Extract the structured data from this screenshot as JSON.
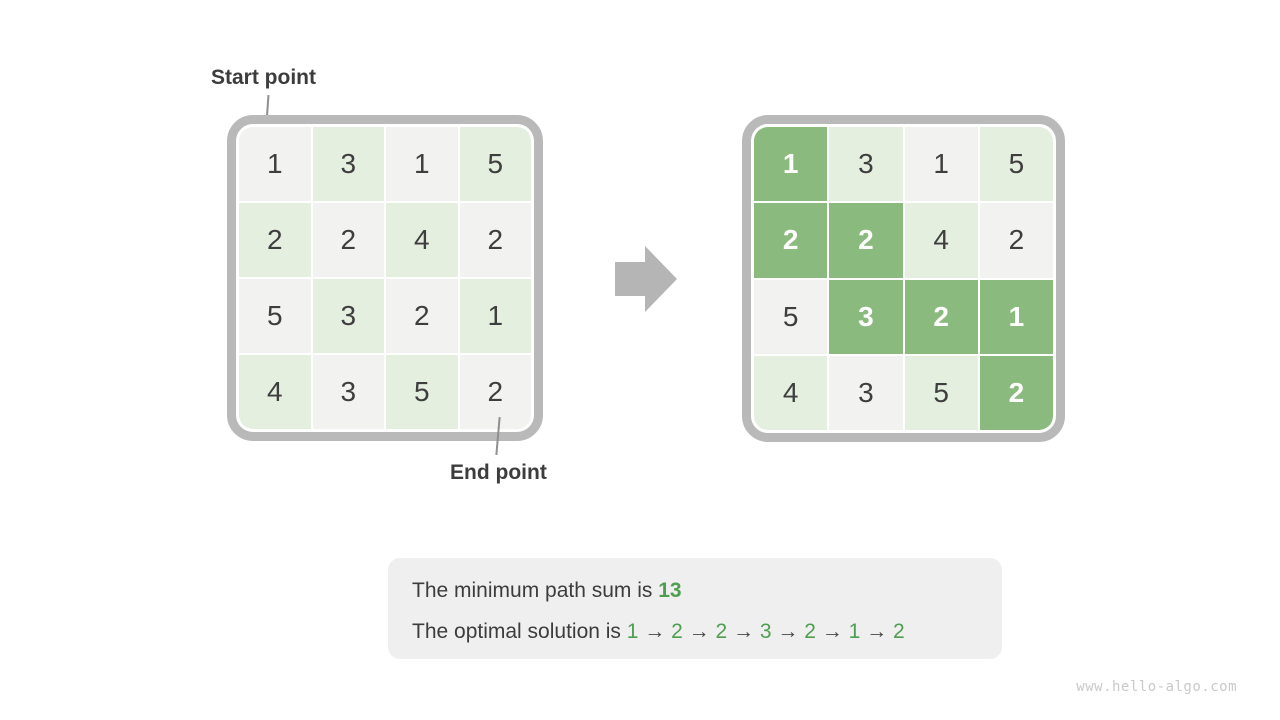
{
  "labels": {
    "start": "Start point",
    "end": "End point"
  },
  "grids": {
    "left": {
      "values": [
        [
          1,
          3,
          1,
          5
        ],
        [
          2,
          2,
          4,
          2
        ],
        [
          5,
          3,
          2,
          1
        ],
        [
          4,
          3,
          5,
          2
        ]
      ]
    },
    "right": {
      "values": [
        [
          1,
          3,
          1,
          5
        ],
        [
          2,
          2,
          4,
          2
        ],
        [
          5,
          3,
          2,
          1
        ],
        [
          4,
          3,
          5,
          2
        ]
      ],
      "highlighted": [
        [
          0,
          0
        ],
        [
          1,
          0
        ],
        [
          1,
          1
        ],
        [
          2,
          1
        ],
        [
          2,
          2
        ],
        [
          2,
          3
        ],
        [
          3,
          3
        ]
      ]
    }
  },
  "summary": {
    "sum_prefix": "The minimum path sum is ",
    "sum_value": "13",
    "solution_prefix": "The optimal solution is ",
    "solution_sequence": {
      "numbers": [
        "1",
        "2",
        "2",
        "3",
        "2",
        "1",
        "2"
      ],
      "separator": "→"
    }
  },
  "watermark": "www.hello-algo.com",
  "icons": {
    "transform_arrow": "right-block-arrow"
  },
  "colors": {
    "cell_gray": "#f2f2f1",
    "cell_green": "#e5efe0",
    "path_highlight": "#8aba7d",
    "frame_gray": "#b9b9b9",
    "arrow_gray": "#b5b5b5",
    "leader_gray": "#8f8f8f",
    "summary_bg": "#efefef",
    "accent_green": "#4f9d50",
    "text_dark": "#3c3c3c",
    "cell_text": "#3e3e3e",
    "watermark_gray": "#c9c9c9"
  }
}
